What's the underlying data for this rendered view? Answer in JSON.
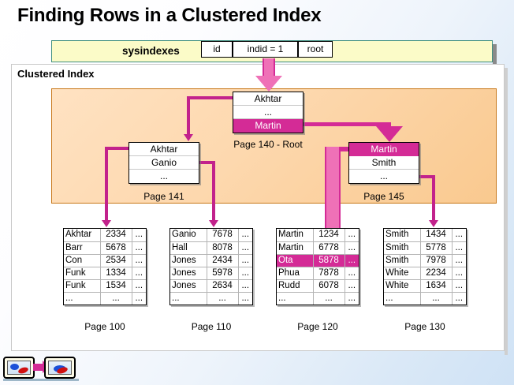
{
  "slide": {
    "title": "Finding Rows in a Clustered Index",
    "clustered_index_label": "Clustered Index"
  },
  "sysindexes": {
    "label": "sysindexes",
    "cells": [
      {
        "name": "id",
        "value": "id"
      },
      {
        "name": "indid",
        "value": "indid = 1"
      },
      {
        "name": "root",
        "value": "root"
      }
    ]
  },
  "index_nodes": [
    {
      "id": "root",
      "caption": "Page 140 - Root",
      "rows": [
        {
          "text": "Akhtar",
          "highlighted": false
        },
        {
          "text": "...",
          "highlighted": false
        },
        {
          "text": "Martin",
          "highlighted": true
        }
      ]
    },
    {
      "id": "p141",
      "caption": "Page 141",
      "rows": [
        {
          "text": "Akhtar",
          "highlighted": false
        },
        {
          "text": "Ganio",
          "highlighted": false
        },
        {
          "text": "...",
          "highlighted": false
        }
      ]
    },
    {
      "id": "p145",
      "caption": "Page 145",
      "rows": [
        {
          "text": "Martin",
          "highlighted": true
        },
        {
          "text": "Smith",
          "highlighted": false
        },
        {
          "text": "...",
          "highlighted": false
        }
      ]
    }
  ],
  "data_pages": [
    {
      "id": "p100",
      "caption": "Page 100",
      "rows": [
        {
          "name": "Akhtar",
          "value": "2334",
          "more": "...",
          "highlighted": false
        },
        {
          "name": "Barr",
          "value": "5678",
          "more": "...",
          "highlighted": false
        },
        {
          "name": "Con",
          "value": "2534",
          "more": "...",
          "highlighted": false
        },
        {
          "name": "Funk",
          "value": "1334",
          "more": "...",
          "highlighted": false
        },
        {
          "name": "Funk",
          "value": "1534",
          "more": "...",
          "highlighted": false
        },
        {
          "name": "...",
          "value": "...",
          "more": "...",
          "highlighted": false
        }
      ]
    },
    {
      "id": "p110",
      "caption": "Page 110",
      "rows": [
        {
          "name": "Ganio",
          "value": "7678",
          "more": "...",
          "highlighted": false
        },
        {
          "name": "Hall",
          "value": "8078",
          "more": "...",
          "highlighted": false
        },
        {
          "name": "Jones",
          "value": "2434",
          "more": "...",
          "highlighted": false
        },
        {
          "name": "Jones",
          "value": "5978",
          "more": "...",
          "highlighted": false
        },
        {
          "name": "Jones",
          "value": "2634",
          "more": "...",
          "highlighted": false
        },
        {
          "name": "...",
          "value": "...",
          "more": "...",
          "highlighted": false
        }
      ]
    },
    {
      "id": "p120",
      "caption": "Page 120",
      "rows": [
        {
          "name": "Martin",
          "value": "1234",
          "more": "...",
          "highlighted": false
        },
        {
          "name": "Martin",
          "value": "6778",
          "more": "...",
          "highlighted": false
        },
        {
          "name": "Ota",
          "value": "5878",
          "more": "...",
          "highlighted": true
        },
        {
          "name": "Phua",
          "value": "7878",
          "more": "...",
          "highlighted": false
        },
        {
          "name": "Rudd",
          "value": "6078",
          "more": "...",
          "highlighted": false
        },
        {
          "name": "...",
          "value": "...",
          "more": "...",
          "highlighted": false
        }
      ]
    },
    {
      "id": "p130",
      "caption": "Page 130",
      "rows": [
        {
          "name": "Smith",
          "value": "1434",
          "more": "...",
          "highlighted": false
        },
        {
          "name": "Smith",
          "value": "5778",
          "more": "...",
          "highlighted": false
        },
        {
          "name": "Smith",
          "value": "7978",
          "more": "...",
          "highlighted": false
        },
        {
          "name": "White",
          "value": "2234",
          "more": "...",
          "highlighted": false
        },
        {
          "name": "White",
          "value": "1634",
          "more": "...",
          "highlighted": false
        },
        {
          "name": "...",
          "value": "...",
          "more": "...",
          "highlighted": false
        }
      ]
    }
  ],
  "colors": {
    "highlight": "#d42b96",
    "connector": "#c2228c",
    "fat_arrow": "#ef71b7",
    "index_region": "#fdd8ae",
    "sysindexes_bar": "#fbfbc8"
  }
}
